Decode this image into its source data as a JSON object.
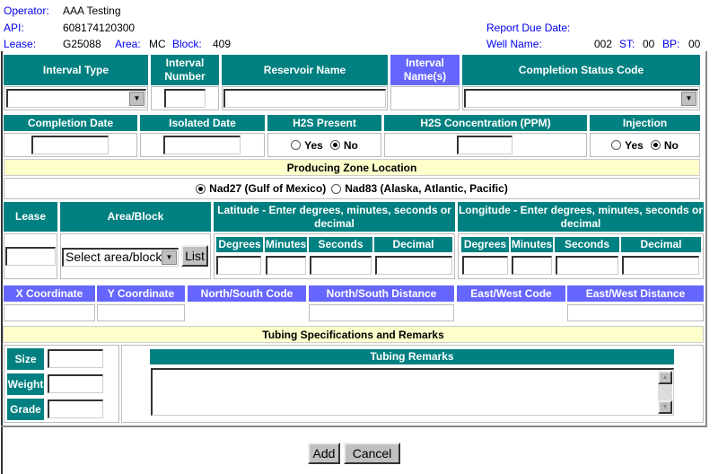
{
  "header": {
    "operator_label": "Operator:",
    "operator": "AAA Testing",
    "api_label": "API:",
    "api": "608174120300",
    "lease_label": "Lease:",
    "lease": "G25088",
    "area_label": "Area:",
    "area": "MC",
    "block_label": "Block:",
    "block": "409",
    "report_due_label": "Report Due Date:",
    "report_due": "",
    "well_name_label": "Well Name:",
    "well_name": "002",
    "st_label": "ST:",
    "st": "00",
    "bp_label": "BP:",
    "bp": "00"
  },
  "interval": {
    "type": "Interval Type",
    "number": "Interval Number",
    "reservoir": "Reservoir Name",
    "names": "Interval Name(s)",
    "status": "Completion Status Code"
  },
  "completion": {
    "date": "Completion Date",
    "isolated": "Isolated Date",
    "h2s": "H2S Present",
    "h2s_conc": "H2S Concentration (PPM)",
    "injection": "Injection",
    "yes": "Yes",
    "no": "No",
    "h2s_value": "No",
    "injection_value": "No"
  },
  "zone": {
    "title": "Producing Zone Location",
    "nad27": "Nad27 (Gulf of Mexico)",
    "nad83": "Nad83 (Alaska, Atlantic, Pacific)"
  },
  "location": {
    "lease": "Lease",
    "area_block": "Area/Block",
    "latitude": "Latitude - Enter degrees, minutes, seconds or decimal",
    "longitude": "Longitude - Enter degrees, minutes, seconds or decimal",
    "degrees": "Degrees",
    "minutes": "Minutes",
    "seconds": "Seconds",
    "decimal": "Decimal",
    "area_select": "Select area/block",
    "list_button": "List"
  },
  "coords": {
    "x": "X Coordinate",
    "y": "Y Coordinate",
    "ns_code": "North/South Code",
    "ns_dist": "North/South Distance",
    "ew_code": "East/West Code",
    "ew_dist": "East/West Distance"
  },
  "tubing": {
    "title": "Tubing Specifications and Remarks",
    "size": "Size",
    "weight": "Weight",
    "grade": "Grade",
    "remarks": "Tubing Remarks"
  },
  "buttons": {
    "add": "Add",
    "cancel": "Cancel"
  },
  "colors": {
    "teal": "#008080",
    "purple": "#6666ff",
    "cream": "#ffffcc"
  }
}
